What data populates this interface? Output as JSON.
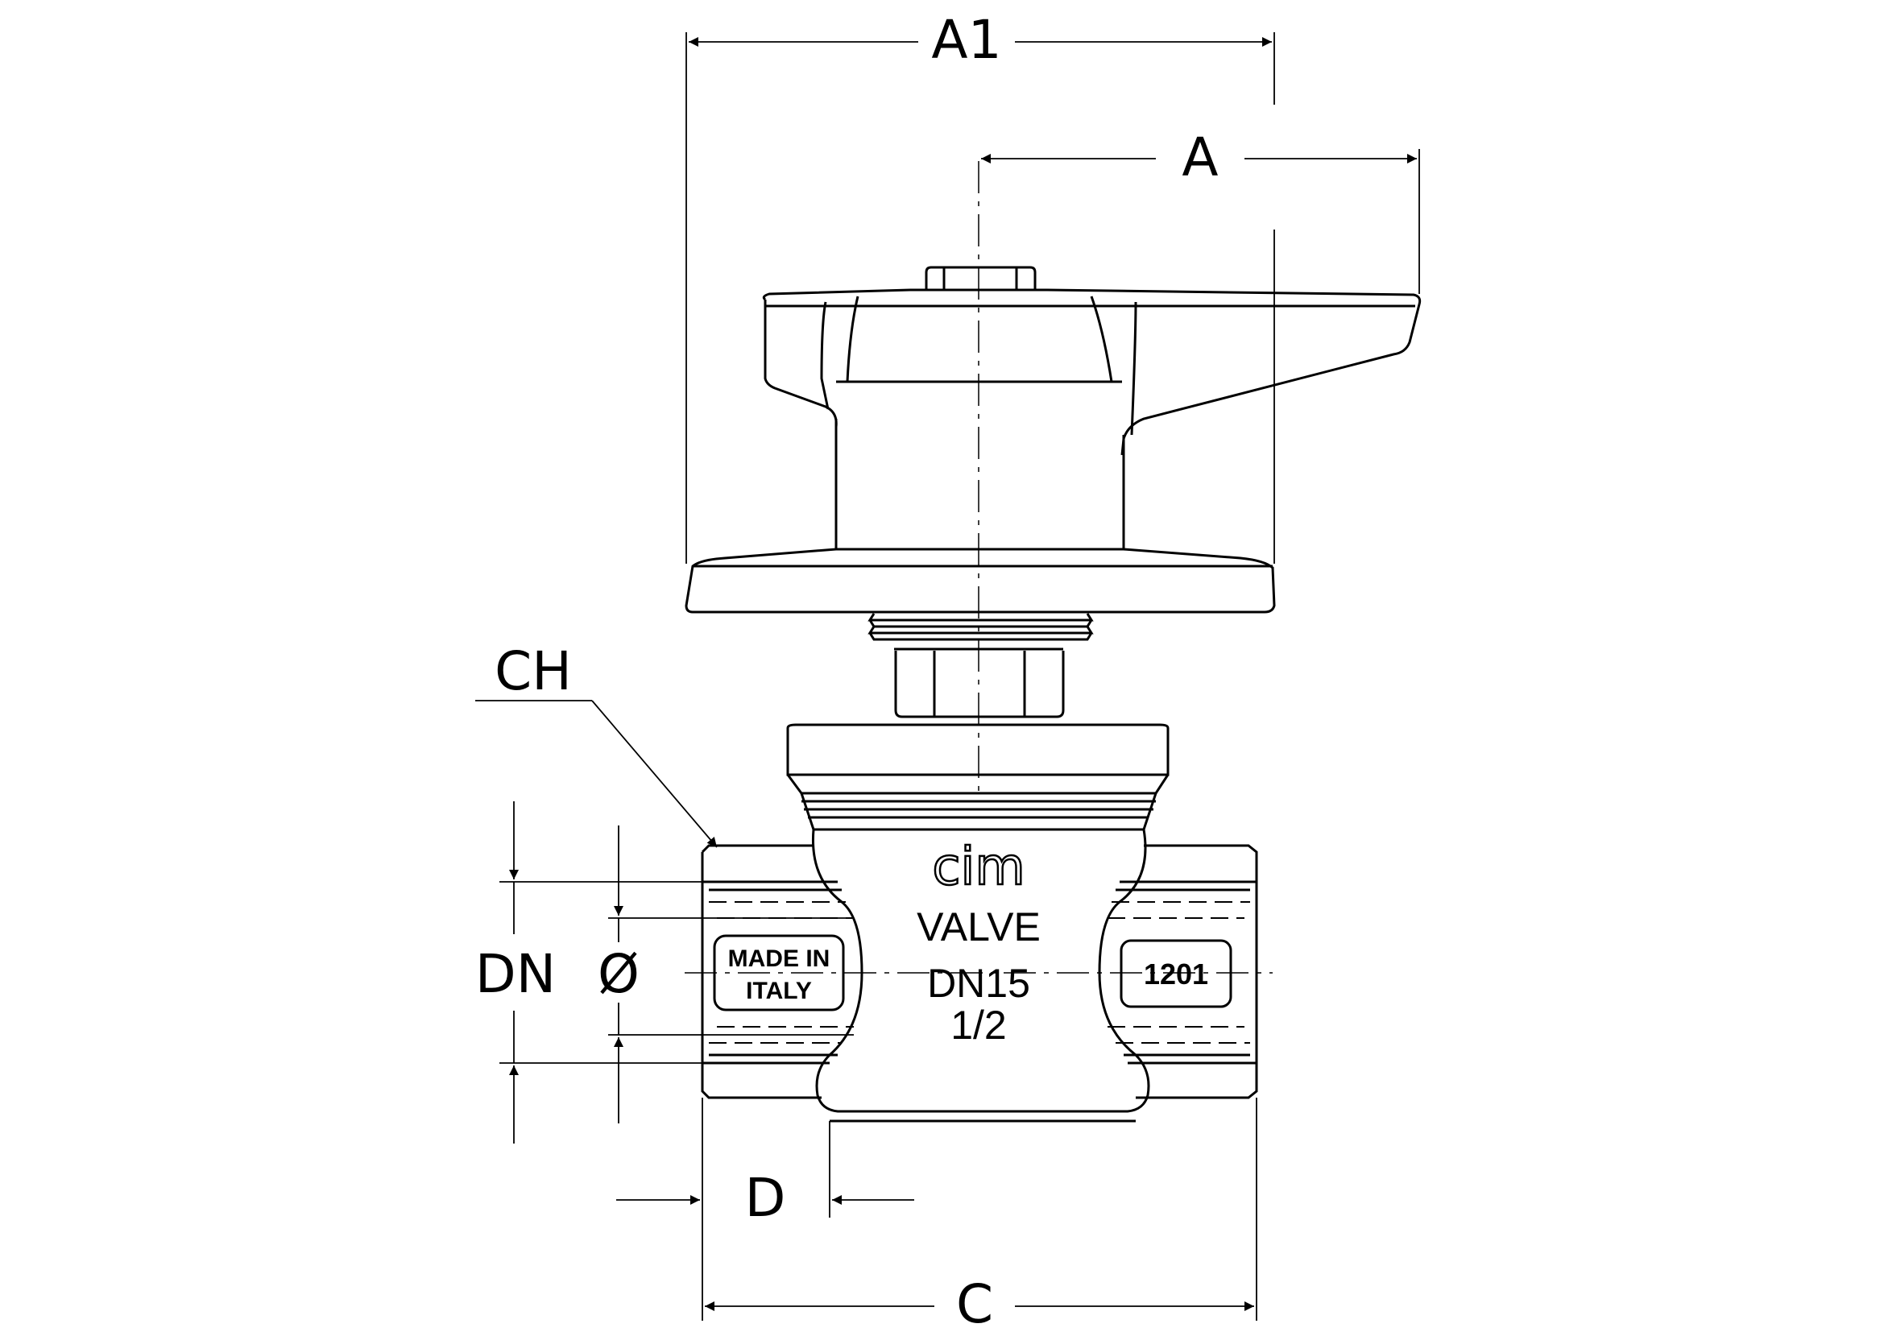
{
  "dimensions": {
    "a1": "A1",
    "a": "A",
    "ch": "CH",
    "dn": "DN",
    "dia": "Ø",
    "d": "D",
    "c": "C"
  },
  "body_marking": {
    "logo": "cim",
    "line1": "VALVE",
    "line2": "DN15",
    "line3": "1/2"
  },
  "left_plate": {
    "line1": "MADE IN",
    "line2": "ITALY"
  },
  "right_plate": {
    "text": "1201"
  },
  "colors": {
    "stroke": "#000000",
    "background": "#ffffff"
  }
}
